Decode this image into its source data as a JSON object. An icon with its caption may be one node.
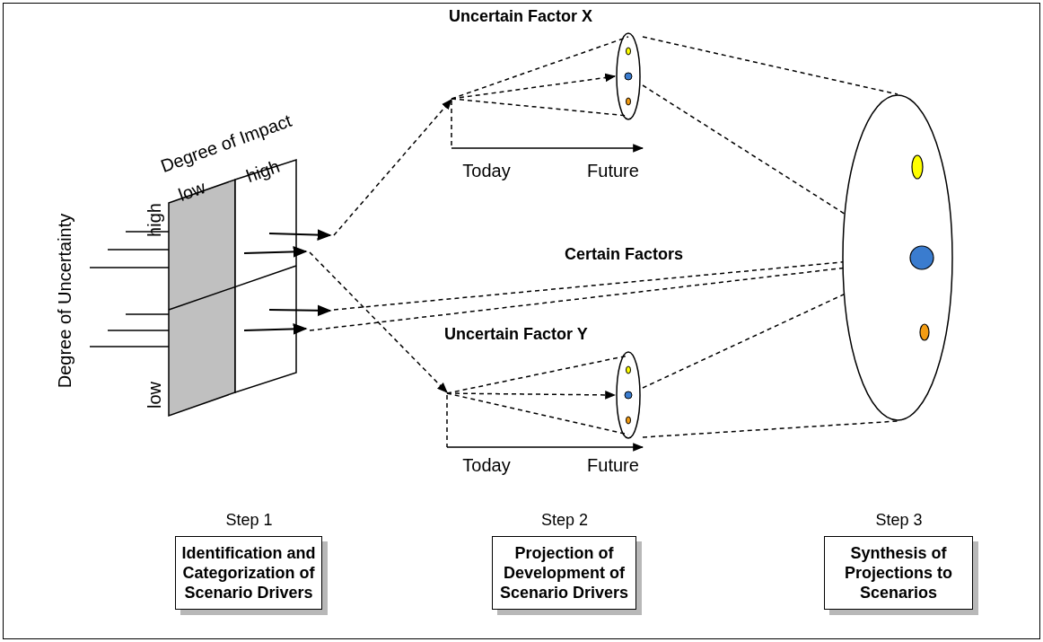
{
  "diagram": {
    "nodes": [
      {
        "text": [],
        "shape": "box"
      },
      {
        "text": [
          "Uncertain Factor X"
        ]
      },
      {
        "text": [
          "Uncertain Factor Y"
        ]
      },
      {
        "text": [],
        "shape": "circle"
      },
      {
        "text": [],
        "shape": "circle",
        "in": 3
      },
      {
        "text": [],
        "shape": "circle",
        "in": 3
      },
      {
        "text": [],
        "shape": "circle",
        "in": 3
      },
      {
        "text": [
          "Identification and Categorization of Scenario Drivers"
        ],
        "beside": [
          "Step 1"
        ]
      },
      {
        "text": [
          "Projection of Development of Scenario Drivers"
        ],
        "beside": [
          "Step 2"
        ]
      },
      {
        "text": [
          "Synthesis of Projections to Scenarios"
        ],
        "beside": [
          "Step 3"
        ]
      }
    ],
    "edges": [
      {
        "from": 0,
        "to": 1,
        "arrow": "to",
        "style": "dashed"
      },
      {
        "from": 0,
        "to": 2,
        "arrow": "to",
        "style": "dashed"
      },
      {
        "from": 0,
        "to": 5,
        "arrow": "to",
        "style": "dashed",
        "label": "Certain Factors"
      },
      {
        "from": 0,
        "to": 5,
        "arrow": "to",
        "style": "dashed"
      },
      {
        "from": 1,
        "to": 3,
        "arrow": "none",
        "style": "dashed"
      },
      {
        "from": 1,
        "to": 5,
        "arrow": "to",
        "style": "dashed"
      },
      {
        "from": 2,
        "to": 5,
        "arrow": "to",
        "style": "dashed"
      },
      {
        "from": 2,
        "to": 3,
        "arrow": "none",
        "style": "dashed"
      }
    ],
    "labels": [
      "Degree of Impact",
      "low",
      "high",
      "high",
      "low",
      "Degree of Uncertainty",
      "Today",
      "Future",
      "Today",
      "Future"
    ]
  }
}
